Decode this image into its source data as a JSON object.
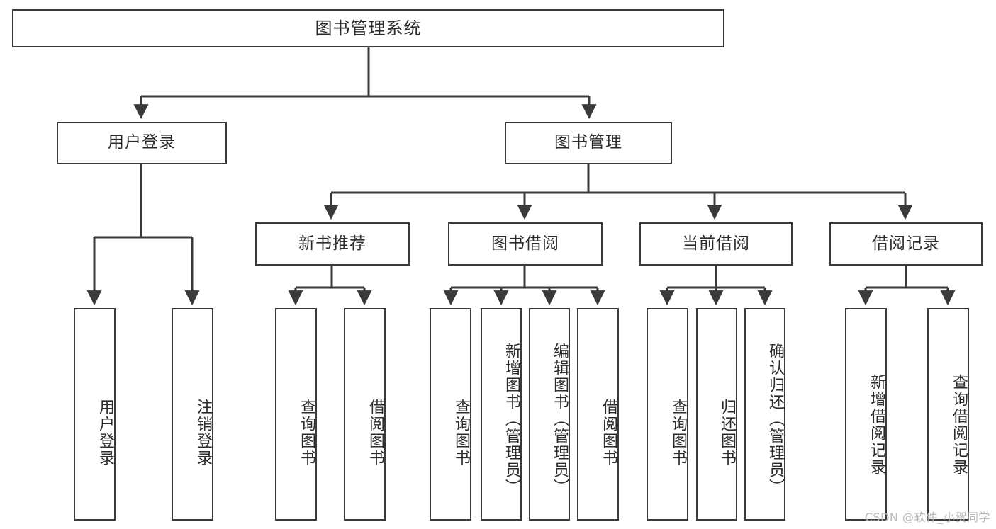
{
  "diagram": {
    "title": "图书管理系统",
    "type": "tree-hierarchy",
    "watermark": "CSDN @软件_小贺同学",
    "colors": {
      "stroke": "#3a3a3a",
      "fill": "#ffffff",
      "text": "#2b2b2b",
      "watermark": "#b9b9b9"
    },
    "levels": {
      "root": {
        "label": "图书管理系统"
      },
      "level2": [
        {
          "id": "user-login",
          "label": "用户登录"
        },
        {
          "id": "book-manage",
          "label": "图书管理"
        }
      ],
      "level3": [
        {
          "id": "new-book-recommend",
          "label": "新书推荐",
          "parent": "book-manage"
        },
        {
          "id": "book-borrow",
          "label": "图书借阅",
          "parent": "book-manage"
        },
        {
          "id": "current-borrow",
          "label": "当前借阅",
          "parent": "book-manage"
        },
        {
          "id": "borrow-record",
          "label": "借阅记录",
          "parent": "book-manage"
        }
      ],
      "leaves": [
        {
          "id": "leaf-user-login",
          "label": "用户登录",
          "parent": "user-login"
        },
        {
          "id": "leaf-user-logout",
          "label": "注销登录",
          "parent": "user-login"
        },
        {
          "id": "leaf-query-book-1",
          "label": "查询图书",
          "parent": "new-book-recommend"
        },
        {
          "id": "leaf-borrow-book-1",
          "label": "借阅图书",
          "parent": "new-book-recommend"
        },
        {
          "id": "leaf-query-book-2",
          "label": "查询图书",
          "parent": "book-borrow"
        },
        {
          "id": "leaf-add-book",
          "label": "新增图书（管理员）",
          "parent": "book-borrow"
        },
        {
          "id": "leaf-edit-book",
          "label": "编辑图书（管理员）",
          "parent": "book-borrow"
        },
        {
          "id": "leaf-borrow-book-2",
          "label": "借阅图书",
          "parent": "book-borrow"
        },
        {
          "id": "leaf-query-book-3",
          "label": "查询图书",
          "parent": "current-borrow"
        },
        {
          "id": "leaf-return-book",
          "label": "归还图书",
          "parent": "current-borrow"
        },
        {
          "id": "leaf-confirm-return",
          "label": "确认归还（管理员）",
          "parent": "current-borrow"
        },
        {
          "id": "leaf-add-record",
          "label": "新增借阅记录",
          "parent": "borrow-record"
        },
        {
          "id": "leaf-query-record",
          "label": "查询借阅记录",
          "parent": "borrow-record"
        }
      ]
    }
  }
}
